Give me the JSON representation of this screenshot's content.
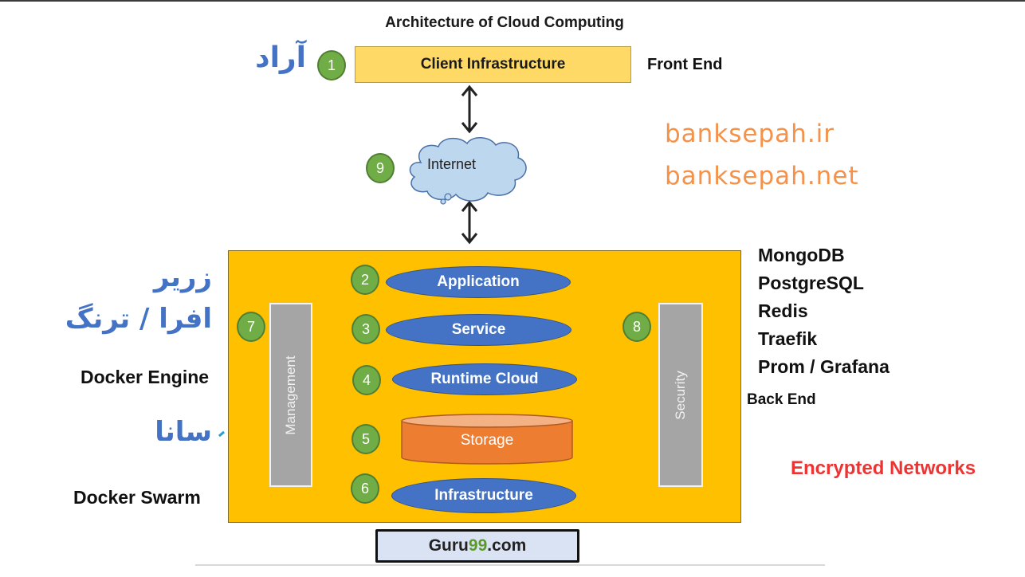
{
  "title": "Architecture of Cloud Computing",
  "front_end": {
    "box_label": "Client Infrastructure",
    "side_label": "Front End",
    "badge": "1",
    "persian_label": "آراد"
  },
  "internet": {
    "label": "Internet",
    "badge": "9"
  },
  "domains": [
    "banksepah.ir",
    "banksepah.net"
  ],
  "back_end": {
    "side_label": "Back End",
    "layers": [
      {
        "badge": "2",
        "label": "Application",
        "shape": "ellipse"
      },
      {
        "badge": "3",
        "label": "Service",
        "shape": "ellipse"
      },
      {
        "badge": "4",
        "label": "Runtime Cloud",
        "shape": "ellipse"
      },
      {
        "badge": "5",
        "label": "Storage",
        "shape": "cylinder"
      },
      {
        "badge": "6",
        "label": "Infrastructure",
        "shape": "ellipse"
      }
    ],
    "management": {
      "badge": "7",
      "label": "Management"
    },
    "security": {
      "badge": "8",
      "label": "Security"
    }
  },
  "left_annotations": {
    "persian_1": "زرير",
    "persian_2": "افرا / ترنگ",
    "docker_engine": "Docker Engine",
    "persian_3": "سانا",
    "docker_swarm": "Docker Swarm"
  },
  "right_annotations": {
    "services": [
      "MongoDB",
      "PostgreSQL",
      "Redis",
      "Traefik",
      "Prom / Grafana"
    ],
    "encrypted": "Encrypted Networks"
  },
  "footer": {
    "brand_prefix": "Guru",
    "brand_highlight": "99",
    "brand_suffix": ".com"
  },
  "colors": {
    "client_fill": "#ffd966",
    "backend_fill": "#ffc000",
    "layer_blue": "#4472c4",
    "storage_orange": "#ed7d31",
    "badge_green": "#70ad47",
    "bar_gray": "#a5a5a5",
    "persian_blue": "#4472c4",
    "domain_orange": "#f4924a",
    "encrypted_red": "#ee3333"
  }
}
